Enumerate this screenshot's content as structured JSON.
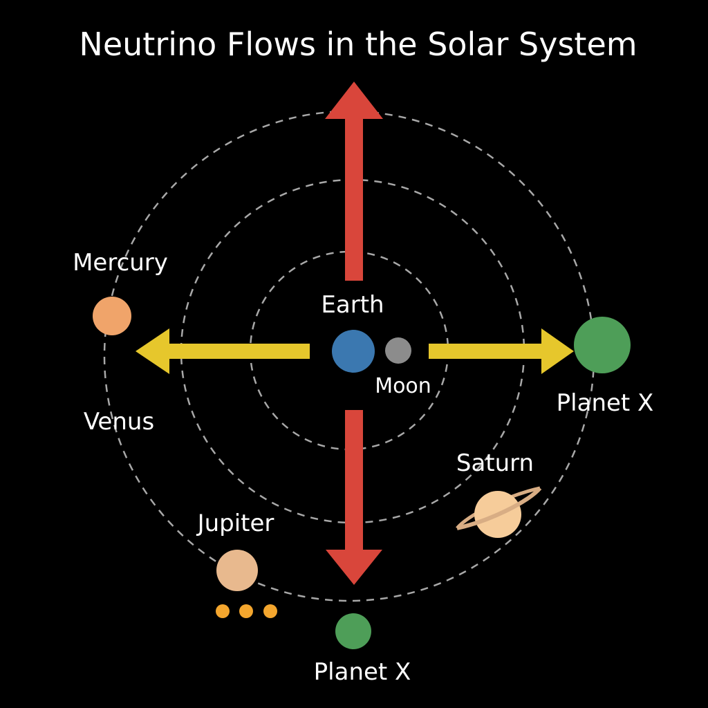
{
  "title": "Neutrino Flows in the Solar System",
  "labels": {
    "earth": "Earth",
    "moon": "Moon",
    "mercury": "Mercury",
    "venus": "Venus",
    "jupiter": "Jupiter",
    "saturn": "Saturn",
    "planet_x_right": "Planet X",
    "planet_x_bottom": "Planet X"
  },
  "colors": {
    "background": "#000000",
    "orbit": "#a8a8a8",
    "vertical_arrow": "#d9463b",
    "horizontal_arrow": "#e6c72c",
    "earth": "#3b78b0",
    "moon": "#8c8c8c",
    "mercury": "#f0a46a",
    "jupiter": "#e8b98e",
    "saturn_body": "#f6cc9a",
    "saturn_ring": "#d8ad84",
    "planet_x": "#4e9e58",
    "dots": "#f4a62e"
  }
}
